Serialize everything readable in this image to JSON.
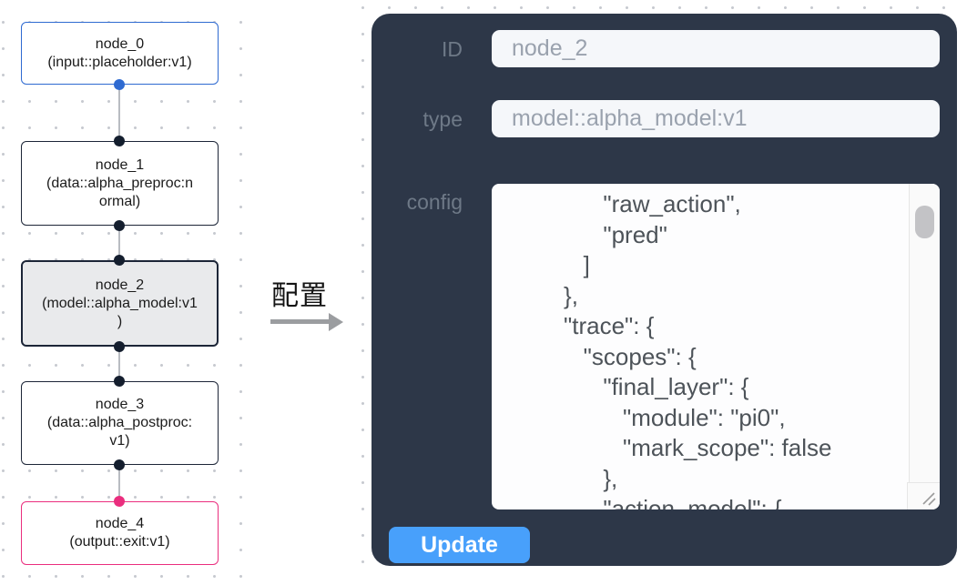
{
  "flow": {
    "nodes": [
      {
        "id": "node_0",
        "type": "input::placeholder:v1",
        "lines": [
          "node_0",
          "(input::placeholder:v1)"
        ],
        "state": "input"
      },
      {
        "id": "node_1",
        "type": "data::alpha_preproc:normal",
        "lines": [
          "node_1",
          "(data::alpha_preproc:n",
          "ormal)"
        ],
        "state": "default"
      },
      {
        "id": "node_2",
        "type": "model::alpha_model:v1",
        "lines": [
          "node_2",
          "(model::alpha_model:v1",
          ")"
        ],
        "state": "selected"
      },
      {
        "id": "node_3",
        "type": "data::alpha_postproc:v1",
        "lines": [
          "node_3",
          "(data::alpha_postproc:",
          "v1)"
        ],
        "state": "default"
      },
      {
        "id": "node_4",
        "type": "output::exit:v1",
        "lines": [
          "node_4",
          "(output::exit:v1)"
        ],
        "state": "output"
      }
    ],
    "colors": {
      "input_accent": "#2e6ad1",
      "output_accent": "#ea2e7e",
      "default_border": "#1c2537",
      "selected_fill": "#e9eaec",
      "connector": "#b9bcc2"
    }
  },
  "annotation": {
    "label": "配置"
  },
  "panel": {
    "background_color": "#2d3748",
    "accent_color": "#48a0fb",
    "id_field": {
      "label": "ID",
      "value": "node_2"
    },
    "type_field": {
      "label": "type",
      "value": "model::alpha_model:v1"
    },
    "config_field": {
      "label": "config",
      "lines": [
        "               \"raw_action\",",
        "               \"pred\"",
        "            ]",
        "         },",
        "         \"trace\": {",
        "            \"scopes\": {",
        "               \"final_layer\": {",
        "                  \"module\": \"pi0\",",
        "                  \"mark_scope\": false",
        "               },",
        "               \"action_model\": {"
      ]
    },
    "update_button": {
      "label": "Update"
    }
  }
}
